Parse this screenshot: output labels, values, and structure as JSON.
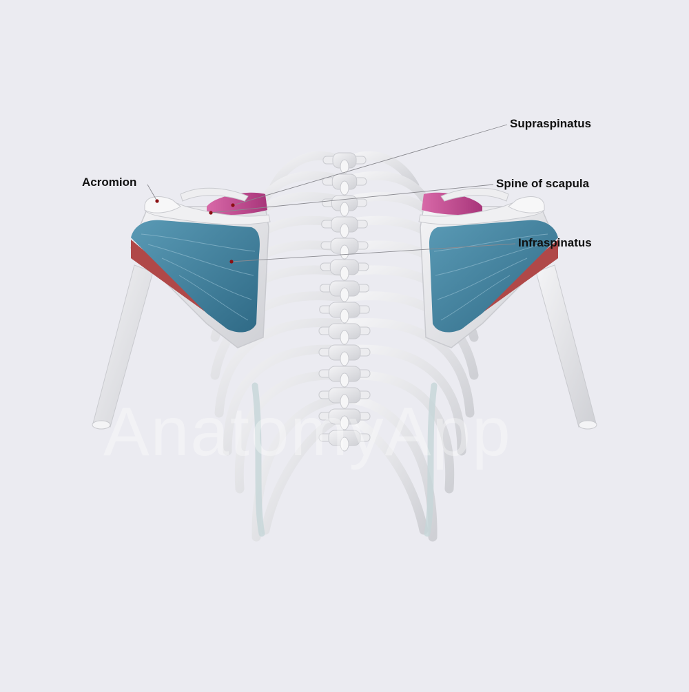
{
  "labels": {
    "acromion": "Acromion",
    "supraspinatus": "Supraspinatus",
    "spine_of_scapula": "Spine of scapula",
    "infraspinatus": "Infraspinatus"
  },
  "watermark": "AnatomyApp",
  "colors": {
    "background": "#ebebf1",
    "bone": "#e8e8ea",
    "bone_shadow": "#c9cacf",
    "cartilage": "#c5d6d8",
    "supraspinatus": "#c2468f",
    "infraspinatus": "#3f7f9c",
    "teres_minor": "#b04848",
    "pointer": "#8a0f12",
    "leader_line": "#8a8a90"
  }
}
